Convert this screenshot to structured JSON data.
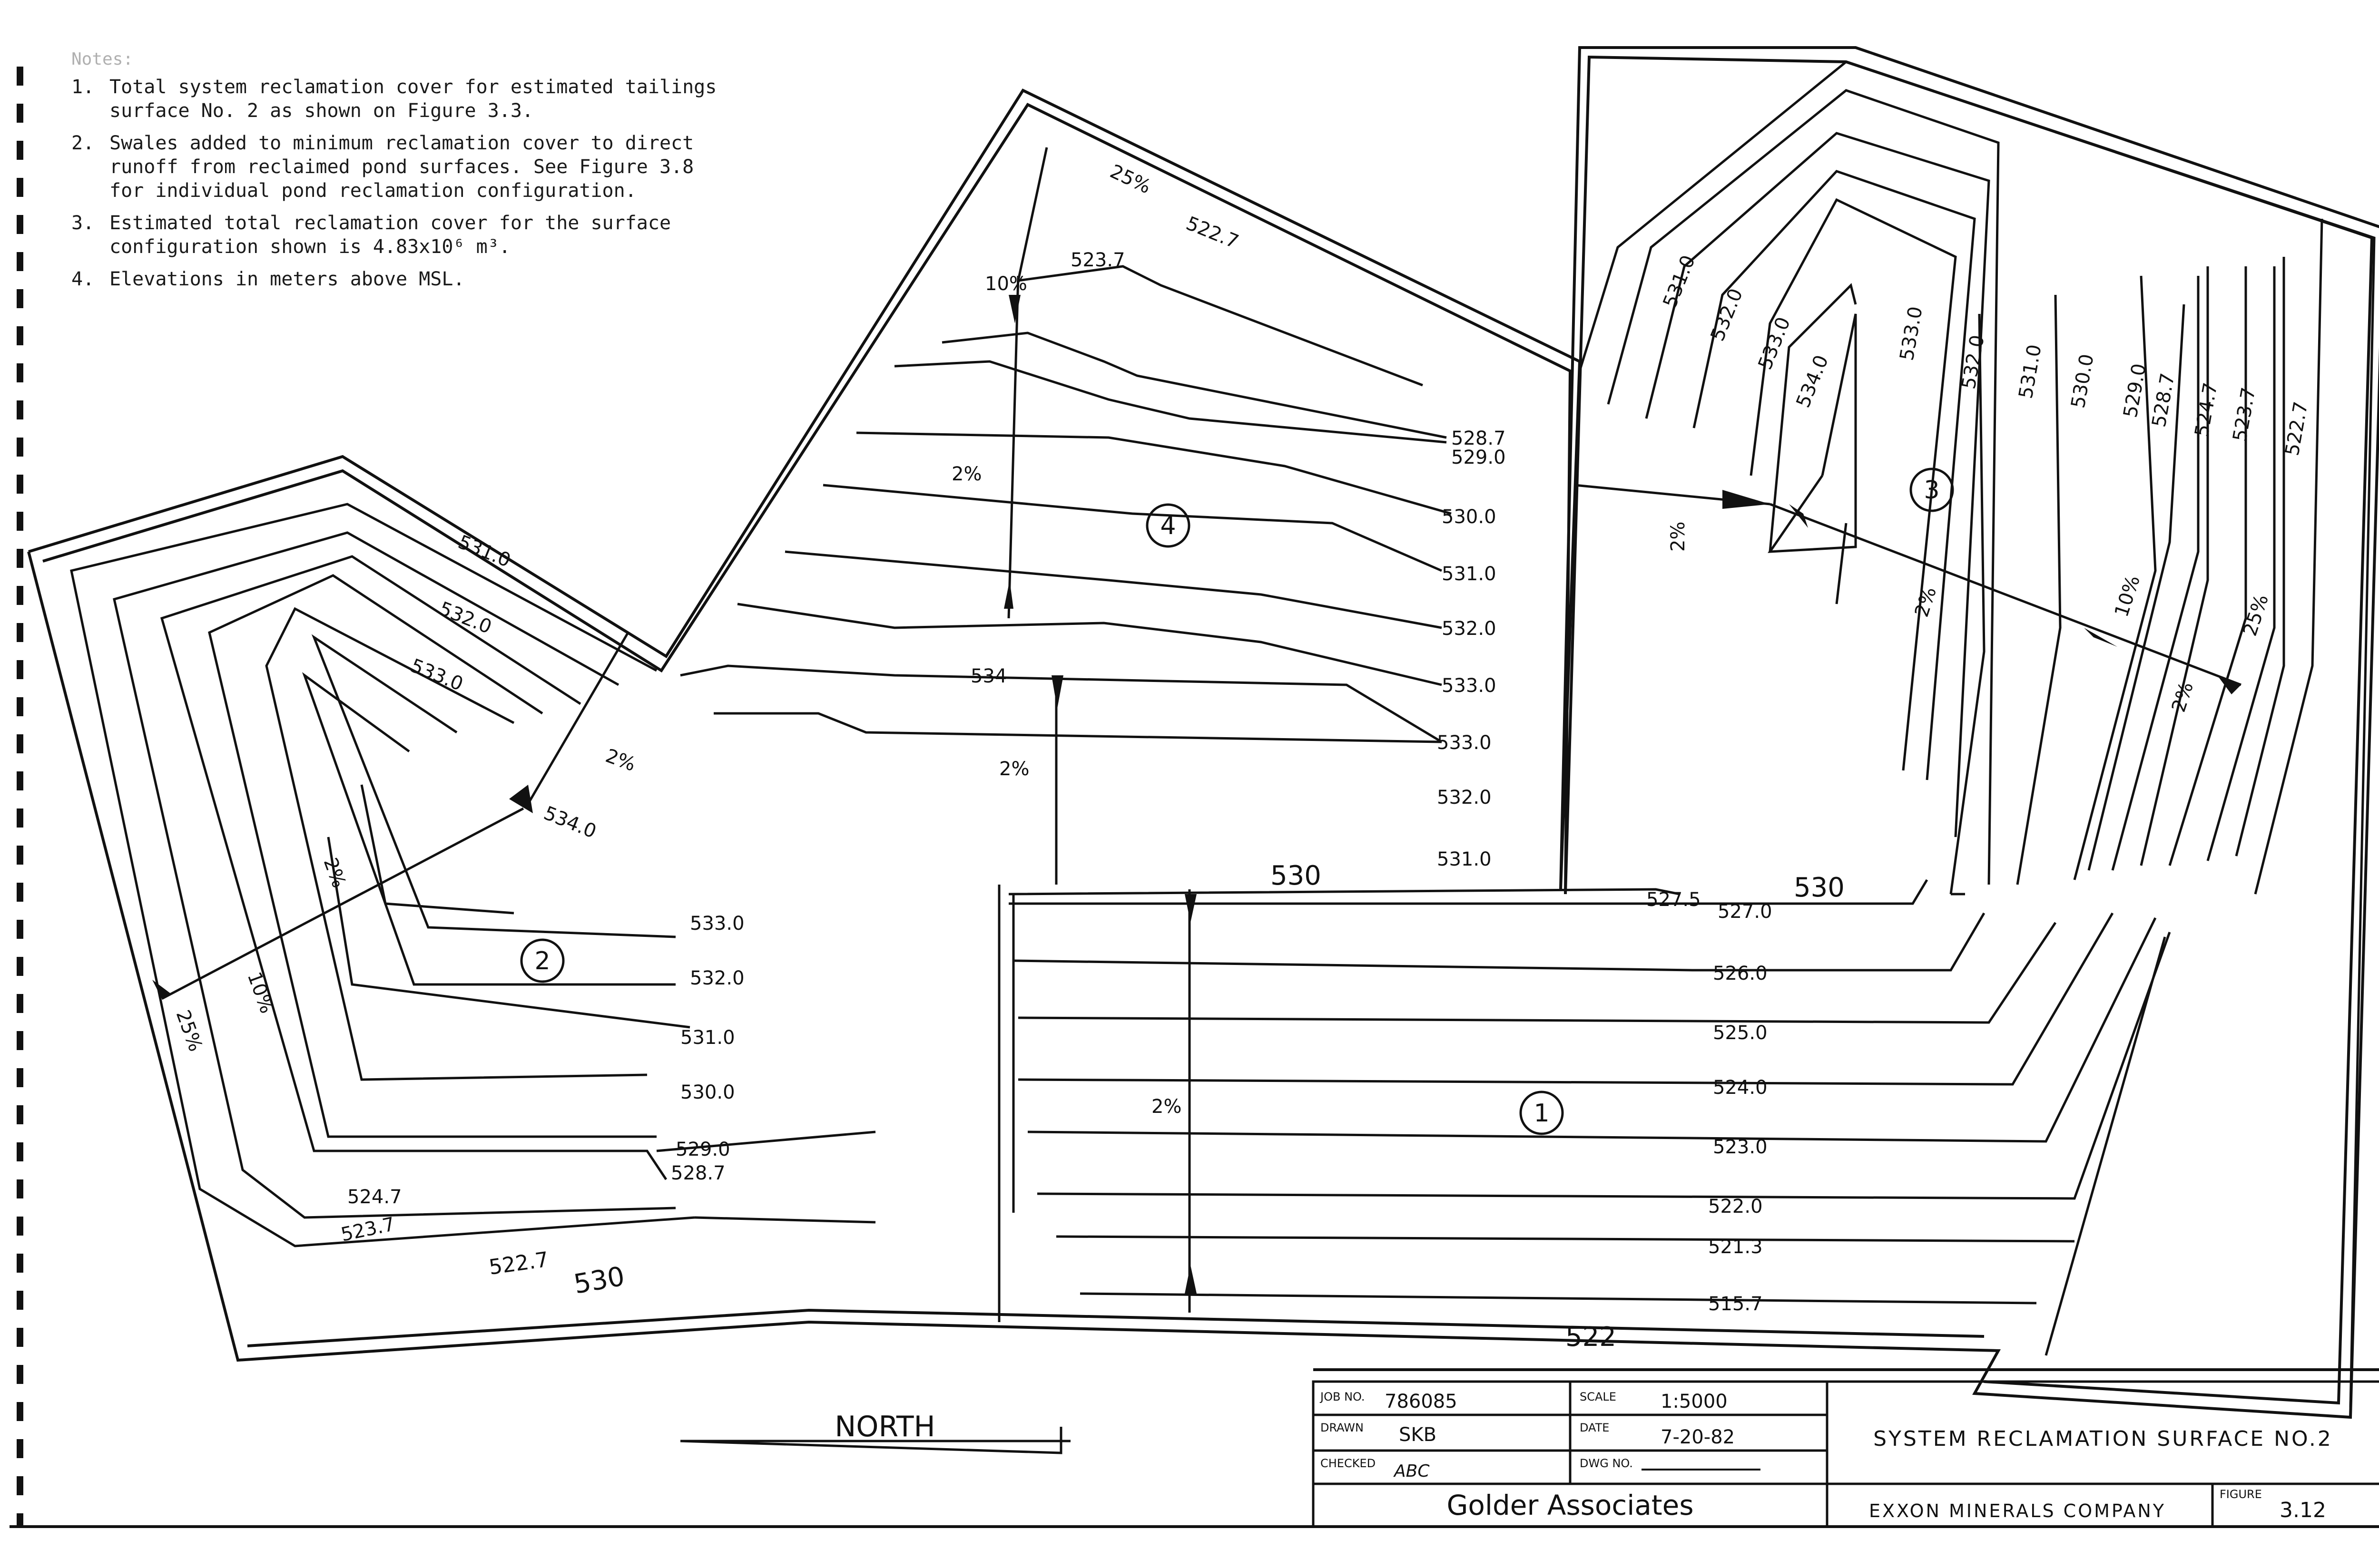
{
  "notes": {
    "header": "Notes:",
    "items": [
      {
        "num": "1.",
        "text": "Total system reclamation cover for estimated tailings surface No. 2 as shown on Figure 3.3."
      },
      {
        "num": "2.",
        "text": "Swales added to minimum reclamation cover to direct runoff from reclaimed pond surfaces. See Figure 3.8 for individual pond reclamation configuration."
      },
      {
        "num": "3.",
        "text": "Estimated total reclamation cover for the surface configuration shown is 4.83x10⁶ m³."
      },
      {
        "num": "4.",
        "text": "Elevations in meters above MSL."
      }
    ]
  },
  "ponds": [
    "1",
    "2",
    "3",
    "4"
  ],
  "contour_labels": {
    "pond4": [
      "523.7",
      "522.7",
      "528.7",
      "529.0",
      "530.0",
      "531.0",
      "532.0",
      "533.0",
      "534"
    ],
    "pond2": [
      "531.0",
      "532.0",
      "533.0",
      "534.0",
      "533.0",
      "532.0",
      "531.0",
      "530.0",
      "529.0",
      "528.7",
      "524.7",
      "523.7",
      "522.7",
      "530"
    ],
    "pond3": [
      "531.0",
      "532.0",
      "533.0",
      "534.0",
      "533.0",
      "532.0",
      "531.0",
      "530.0",
      "529.0",
      "528.7",
      "524.7",
      "523.7",
      "522.7"
    ],
    "center": [
      "533.0",
      "532.0",
      "531.0",
      "530",
      "527.5",
      "527.0",
      "530"
    ],
    "pond1": [
      "526.0",
      "525.0",
      "524.0",
      "523.0",
      "522.0",
      "521.3",
      "515.7",
      "522"
    ]
  },
  "slope_labels": {
    "pond4": [
      "25%",
      "10%",
      "2%",
      "2%"
    ],
    "pond2": [
      "2%",
      "2%",
      "10%",
      "25%"
    ],
    "pond3": [
      "2%",
      "2%",
      "10%",
      "25%",
      "2%"
    ],
    "pond1": [
      "2%"
    ]
  },
  "north_arrow": {
    "label": "NORTH"
  },
  "title_block": {
    "job_no_label": "JOB NO.",
    "job_no": "786085",
    "scale_label": "SCALE",
    "scale": "1:5000",
    "drawn_label": "DRAWN",
    "drawn": "SKB",
    "date_label": "DATE",
    "date": "7-20-82",
    "checked_label": "CHECKED",
    "checked": "ABC",
    "dwg_label": "DWG NO.",
    "dwg": "",
    "firm": "Golder Associates",
    "title": "SYSTEM RECLAMATION SURFACE NO.2",
    "client": "EXXON MINERALS COMPANY",
    "figure_label": "FIGURE",
    "figure": "3.12"
  }
}
